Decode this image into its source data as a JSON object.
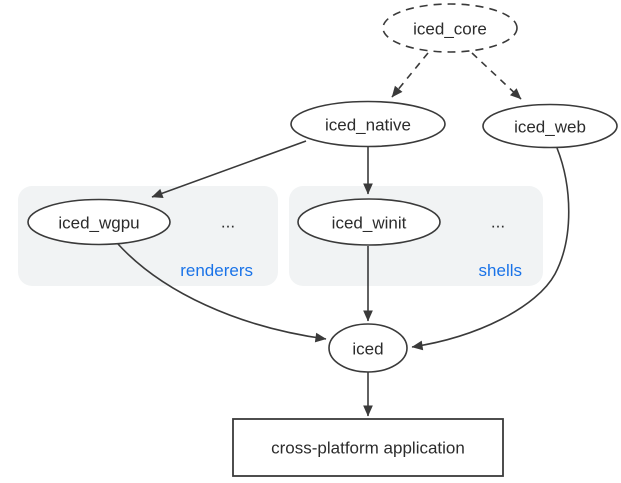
{
  "colors": {
    "stroke": "#3a3a3a",
    "text": "#2c2c2c",
    "accent": "#1a73e8",
    "group_bg": "#f1f3f4",
    "node_fill": "#ffffff",
    "canvas_bg": "#ffffff"
  },
  "nodes": {
    "iced_core": {
      "label": "iced_core"
    },
    "iced_native": {
      "label": "iced_native"
    },
    "iced_web": {
      "label": "iced_web"
    },
    "iced_wgpu": {
      "label": "iced_wgpu"
    },
    "iced_winit": {
      "label": "iced_winit"
    },
    "iced": {
      "label": "iced"
    },
    "app": {
      "label": "cross-platform application"
    }
  },
  "groups": {
    "renderers": {
      "label": "renderers",
      "ellipsis": "..."
    },
    "shells": {
      "label": "shells",
      "ellipsis": "..."
    }
  }
}
